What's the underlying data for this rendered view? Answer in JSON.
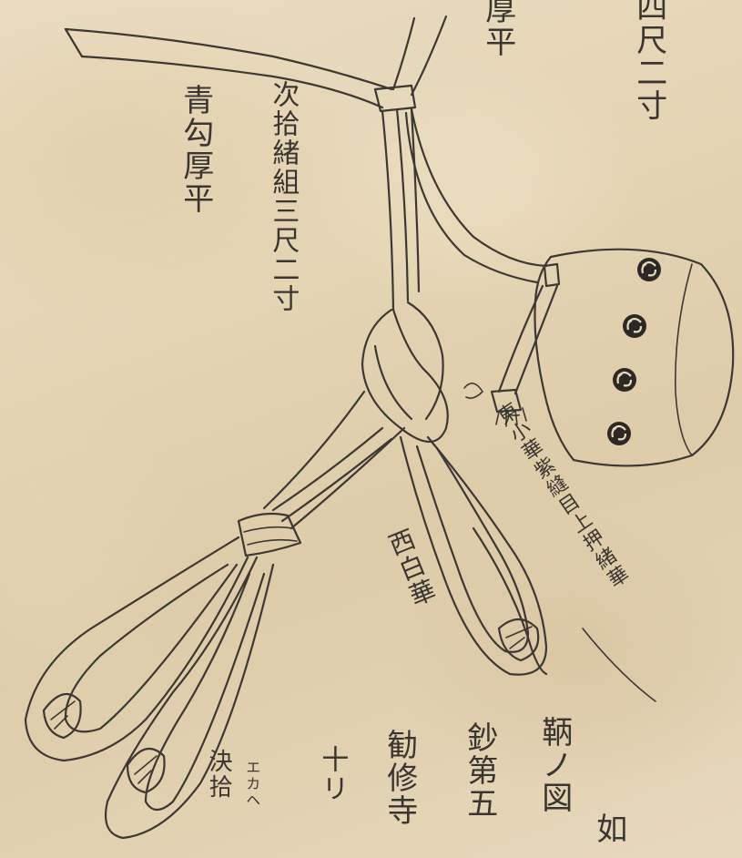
{
  "document": {
    "top_fragment": "厚平",
    "top_right_fragment": "四尺二寸",
    "left_label": "青勾厚平",
    "cord_label": "次拾緒組三尺二寸",
    "east_label": "東小華紫縫目上押緒華",
    "west_label": "西白華",
    "bottom_small_kana": "エカヘ",
    "bottom_small_kanji": "決拾",
    "bottom_col_1": "十リ",
    "bottom_col_2": "勧修寺",
    "bottom_col_3": "鈔第五",
    "bottom_col_4": "鞆ノ図",
    "bottom_col_4_tail": "如"
  },
  "crests": [
    "tomoe-crest",
    "tomoe-crest",
    "tomoe-crest",
    "tomoe-crest"
  ],
  "colors": {
    "ink": "#3d3834",
    "paper": "#e5d6b7"
  }
}
